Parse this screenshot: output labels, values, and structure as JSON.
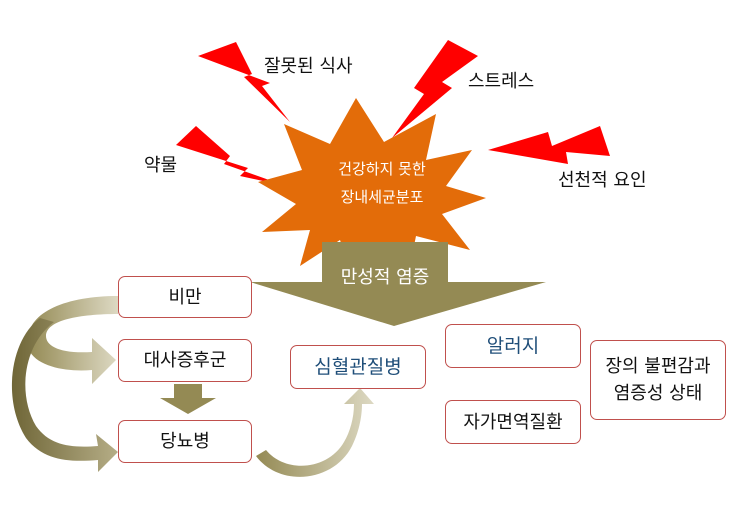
{
  "factors": {
    "diet": "잘못된 식사",
    "stress": "스트레스",
    "drug": "약물",
    "congenital": "선천적 요인"
  },
  "center": {
    "line1": "건강하지 못한",
    "line2": "장내세균분포"
  },
  "main_arrow": {
    "label": "만성적 염증"
  },
  "boxes": {
    "obesity": "비만",
    "metabolic": "대사증후군",
    "diabetes": "당뇨병",
    "cardio": "심혈관질병",
    "allergy": "알러지",
    "autoimmune": "자가면역질환",
    "gut_line1": "장의 불편감과",
    "gut_line2": "염증성 상태"
  },
  "colors": {
    "bolt": "#ff0000",
    "burst": "#e36c09",
    "arrow_olive": "#948a54",
    "arrow_light": "#c4bd97",
    "box_border": "#c0504d",
    "accent_blue": "#1f4e79"
  }
}
